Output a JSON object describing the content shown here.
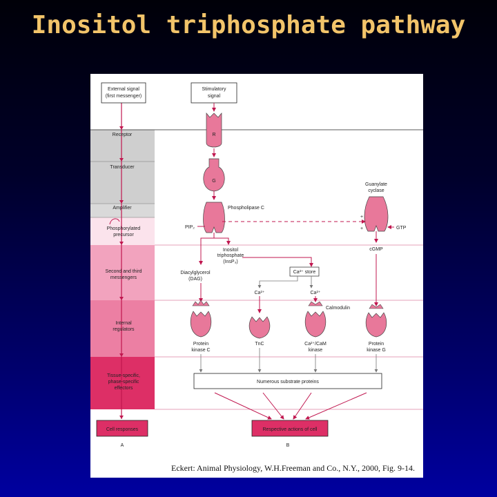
{
  "slide": {
    "title": "Inositol triphosphate pathway"
  },
  "citation": "Eckert: Animal Physiology, W.H.Freeman and Co., N.Y., 2000, Fig. 9-14.",
  "colors": {
    "gray_band": "#cfcfcf",
    "pink_light": "#fbe3ec",
    "pink_mid": "#f2a3be",
    "pink_deep": "#e86a92",
    "pink_darkest": "#dd2f66",
    "protein": "#e8789a",
    "arrow": "#c0174f"
  },
  "diagram": {
    "left_boxes": {
      "external": [
        "External signal",
        "(first messenger)"
      ],
      "cell_responses": "Cell responses"
    },
    "stimulatory": [
      "Stimulatory",
      "signal"
    ],
    "levels": {
      "receptor": "Receptor",
      "transducer": "Transducer",
      "amplifier": "Amplifier",
      "precursor": [
        "Phosphorylated",
        "precursor"
      ],
      "messengers": [
        "Second and third",
        "messengers"
      ],
      "regulators": [
        "Internal",
        "regulators"
      ],
      "effectors": [
        "Tissue-specific,",
        "phase-specific",
        "effectors"
      ]
    },
    "proteins": {
      "receptor": "R",
      "gprotein": "G",
      "phospholipase": "Phospholipase C",
      "guanylate": [
        "Guanylate",
        "cyclase"
      ]
    },
    "molecules": {
      "pip2": "PIP₂",
      "gtp": "GTP",
      "cgmp": "cGMP",
      "ip3": [
        "Inositol",
        "triphosphate",
        "(InsP₃)"
      ],
      "dag": [
        "Diacylglycerol",
        "(DAG)"
      ],
      "ca_store": "Ca²⁺ store",
      "ca1": "Ca²⁺",
      "ca2": "Ca²⁺",
      "calmodulin": "Calmodulin",
      "plus": "+",
      "minus": "+"
    },
    "regulators": {
      "pkc": [
        "Protein",
        "kinase C"
      ],
      "tnc": "TnC",
      "camk": [
        "Ca²⁺/CaM",
        "kinase"
      ],
      "pkg": [
        "Protein",
        "kinase G"
      ]
    },
    "substrate": "Numerous substrate proteins",
    "respective": "Respective actions of cell",
    "panel_a": "A",
    "panel_b": "B"
  }
}
